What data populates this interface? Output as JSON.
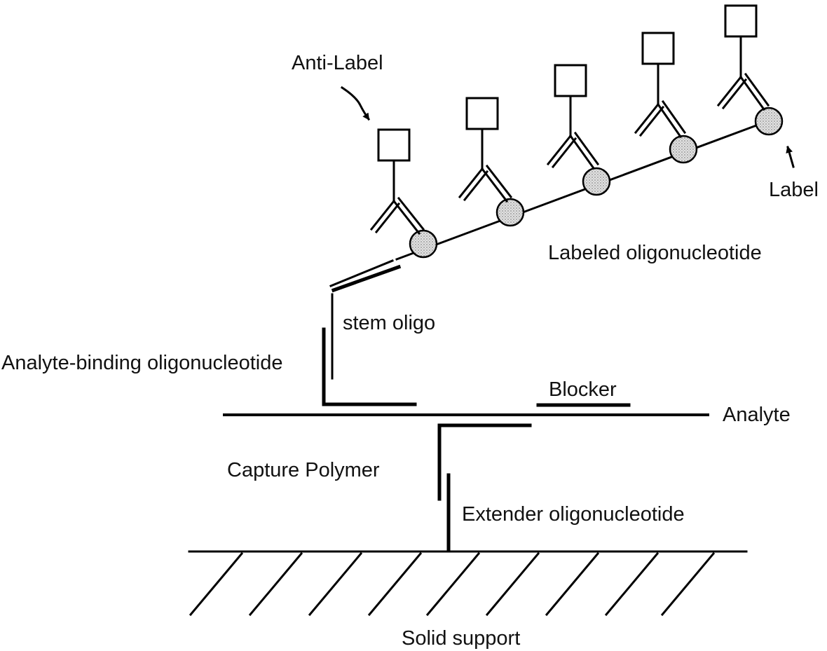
{
  "labels": {
    "anti_label": "Anti-Label",
    "label": "Label",
    "labeled_oligonucleotide": "Labeled oligonucleotide",
    "stem_oligo": "stem oligo",
    "analyte_binding_oligonucleotide": "Analyte-binding oligonucleotide",
    "blocker": "Blocker",
    "analyte": "Analyte",
    "capture_polymer": "Capture Polymer",
    "extender_oligonucleotide": "Extender oligonucleotide",
    "solid_support": "Solid support"
  },
  "colors": {
    "ink": "#000000",
    "bead_fill": "#d8d8d8",
    "background": "#ffffff"
  }
}
